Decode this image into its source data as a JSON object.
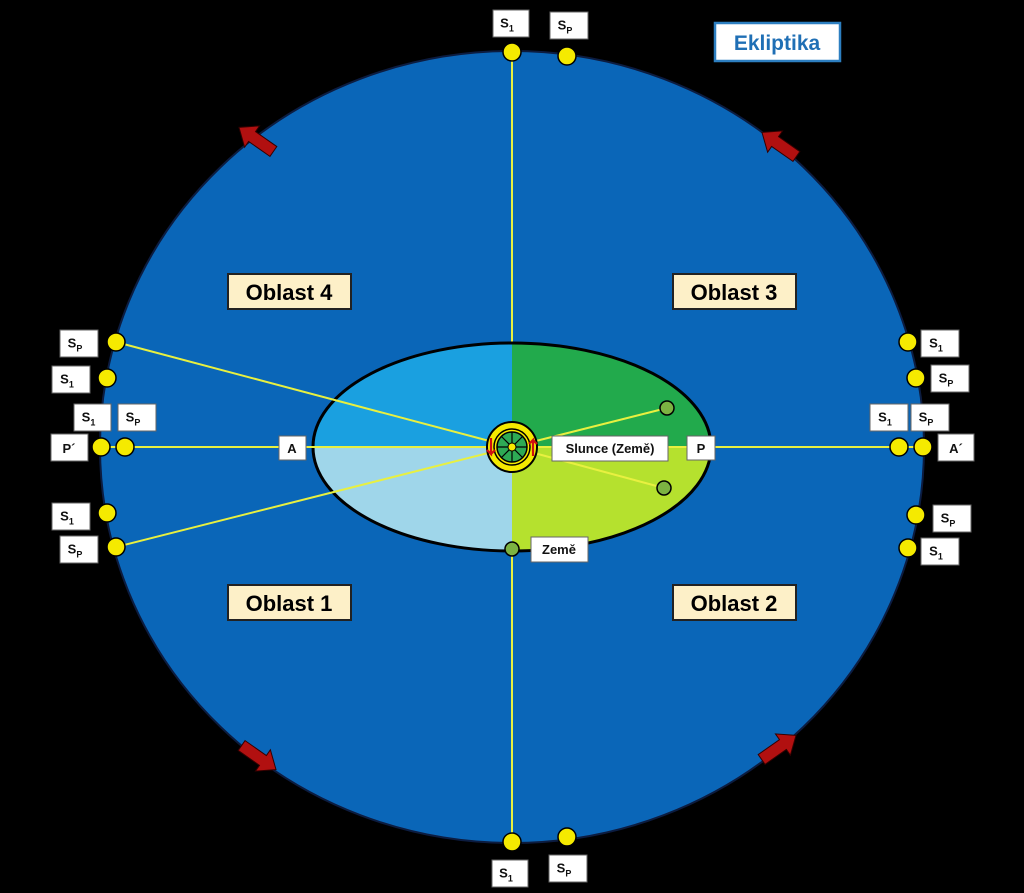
{
  "title": "Ekliptika",
  "regions": {
    "oblast1": "Oblast 1",
    "oblast2": "Oblast 2",
    "oblast3": "Oblast 3",
    "oblast4": "Oblast 4"
  },
  "orbit_labels": {
    "aphelion": "A",
    "perihelion": "P",
    "sun": "Slunce (Země)",
    "earth": "Země",
    "aphelion_prime": "A´",
    "perihelion_prime": "P´"
  },
  "marker_labels": {
    "s1_base": "S",
    "s1_sub": "1",
    "sp_base": "S",
    "sp_sub": "P"
  },
  "colors": {
    "background": "#000000",
    "ecliptic_fill": "#0a66b8",
    "ellipse_q1": "#9fd6ea",
    "ellipse_q2": "#b5e12e",
    "ellipse_q3": "#22aa4c",
    "ellipse_q4": "#1aa0e0",
    "lines": "#e8f040",
    "points": "#f5ea00",
    "earth_points": "#7cb342",
    "arrows": "#b11010"
  }
}
